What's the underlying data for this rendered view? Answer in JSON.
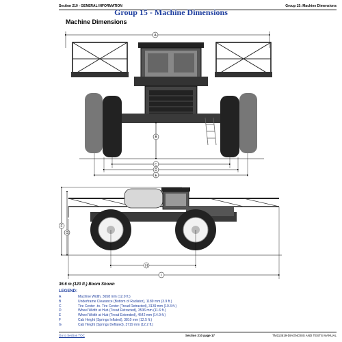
{
  "header": {
    "left": "Section 210 - GENERAL INFORMATION",
    "right": "Group 15: Machine Dimensions"
  },
  "group_title": "Group 15 - Machine Dimensions",
  "section_title": "Machine Dimensions",
  "dim_labels": {
    "a": "A",
    "b": "B",
    "c": "C",
    "d": "D",
    "e": "E",
    "f": "F",
    "g": "G",
    "h": "H",
    "i": "I"
  },
  "caption": "36.6 m (120 ft.) Boom Shown",
  "legend_title": "LEGEND:",
  "legend": [
    {
      "key": "A",
      "text": "Machine Width, 3658 mm (12.0 ft.)"
    },
    {
      "key": "B",
      "text": "Underframe Clearance (Bottom of Radiator), 1189 mm (3.9 ft.)"
    },
    {
      "key": "C",
      "text": "Tire Center -to- Tire Center (Tread Retracted), 3139 mm (10.3 ft.)"
    },
    {
      "key": "D",
      "text": "Wheel Width at Hub (Tread Retracted), 3536 mm (11.6 ft.)"
    },
    {
      "key": "E",
      "text": "Wheel Width at Hub (Tread Extended), 4542 mm (14.9 ft.)"
    },
    {
      "key": "F",
      "text": "Cab Height (Springs Inflated), 3810 mm (12.5 ft.)"
    },
    {
      "key": "G",
      "text": "Cab Height (Springs Deflated), 3719 mm (12.2 ft.)"
    }
  ],
  "footer": {
    "link": "Go to Section TOC",
    "page": "Section 210 page 17",
    "manual": "TM113519-DIAGNOSIS AND TESTS MANUAL"
  }
}
